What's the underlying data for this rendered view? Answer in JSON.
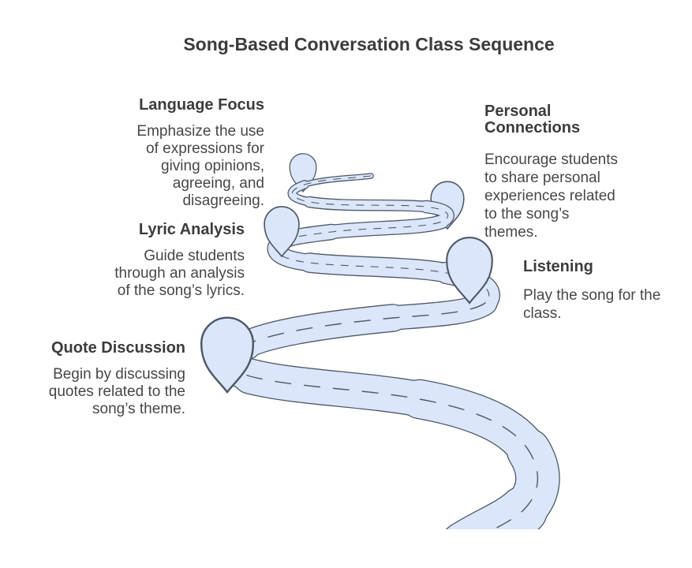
{
  "title": "Song-Based Conversation Class Sequence",
  "steps": [
    {
      "id": "quote-discussion",
      "heading": "Quote Discussion",
      "body": "Begin by discussing\nquotes related to the\nsong’s theme."
    },
    {
      "id": "listening",
      "heading": "Listening",
      "body": "Play the song for the\nclass."
    },
    {
      "id": "lyric-analysis",
      "heading": "Lyric Analysis",
      "body": "Guide students\nthrough an analysis\nof the song’s lyrics."
    },
    {
      "id": "personal-connections",
      "heading": "Personal\nConnections",
      "body": "Encourage students\nto share personal\nexperiences related\nto the song’s\nthemes."
    },
    {
      "id": "language-focus",
      "heading": "Language Focus",
      "body": "Emphasize the use\nof expressions for\ngiving opinions,\nagreeing, and\ndisagreeing."
    }
  ],
  "road": {
    "fill_color": "#dbe6fa",
    "outline_color": "#4e5866",
    "dash_color": "#4e5866",
    "milestone_count": 5
  }
}
